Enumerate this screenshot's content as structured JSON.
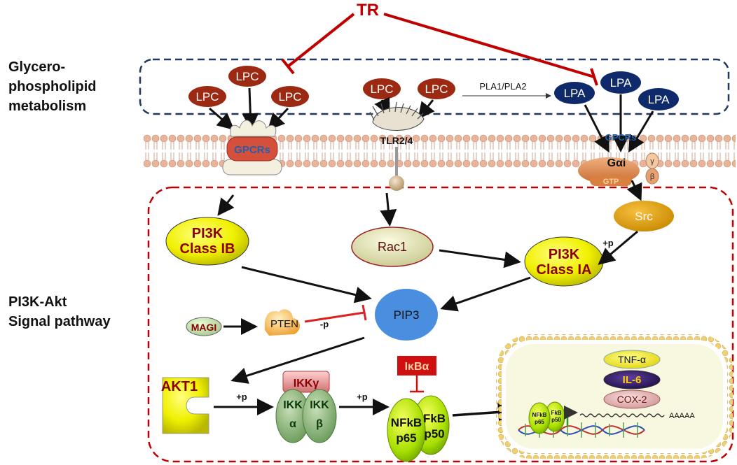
{
  "title": "TR",
  "side_labels": {
    "glycero": [
      "Glycero-",
      "phospholipid",
      "metabolism"
    ],
    "pi3k": [
      "PI3K-Akt",
      "Signal pathway"
    ]
  },
  "nodes": {
    "lpc": "LPC",
    "lpa": "LPA",
    "gpcrs": "GPCRs",
    "tlr": "TLR2/4",
    "pla": "PLA1/PLA2",
    "gai": "Gαi",
    "gamma": "γ",
    "beta": "β",
    "gtp": "GTP",
    "src": "Src",
    "pi3k_ib": [
      "PI3K",
      "Class IB"
    ],
    "pi3k_ia": [
      "PI3K",
      "Class IA"
    ],
    "rac1": "Rac1",
    "pip3": "PIP3",
    "magi": "MAGI",
    "pten": "PTEN",
    "minus_p": "-p",
    "plus_p": "+p",
    "akt1": "AKT1",
    "ikkg": "IKKγ",
    "ikk_a": [
      "IKK",
      "α"
    ],
    "ikk_b": [
      "IKK",
      "β"
    ],
    "ikba": "IκBα",
    "nfkb_p65": [
      "NFkB",
      "p65"
    ],
    "nfkb_p50": [
      "FkB",
      "p50"
    ],
    "small_p65": [
      "NFkB",
      "p65"
    ],
    "small_p50": [
      "FkB",
      "p50"
    ],
    "tnf": "TNF-α",
    "il6": "IL-6",
    "cox2": "COX-2",
    "polya": "AAAAA"
  },
  "colors": {
    "inhibit_red": "#c00000",
    "dashed_navy": "#1f3864",
    "lpc_fill": "#9c2a12",
    "lpa_fill": "#0f2a6b",
    "yellow": "#f0f000",
    "pip3_blue": "#4a8ee0"
  }
}
